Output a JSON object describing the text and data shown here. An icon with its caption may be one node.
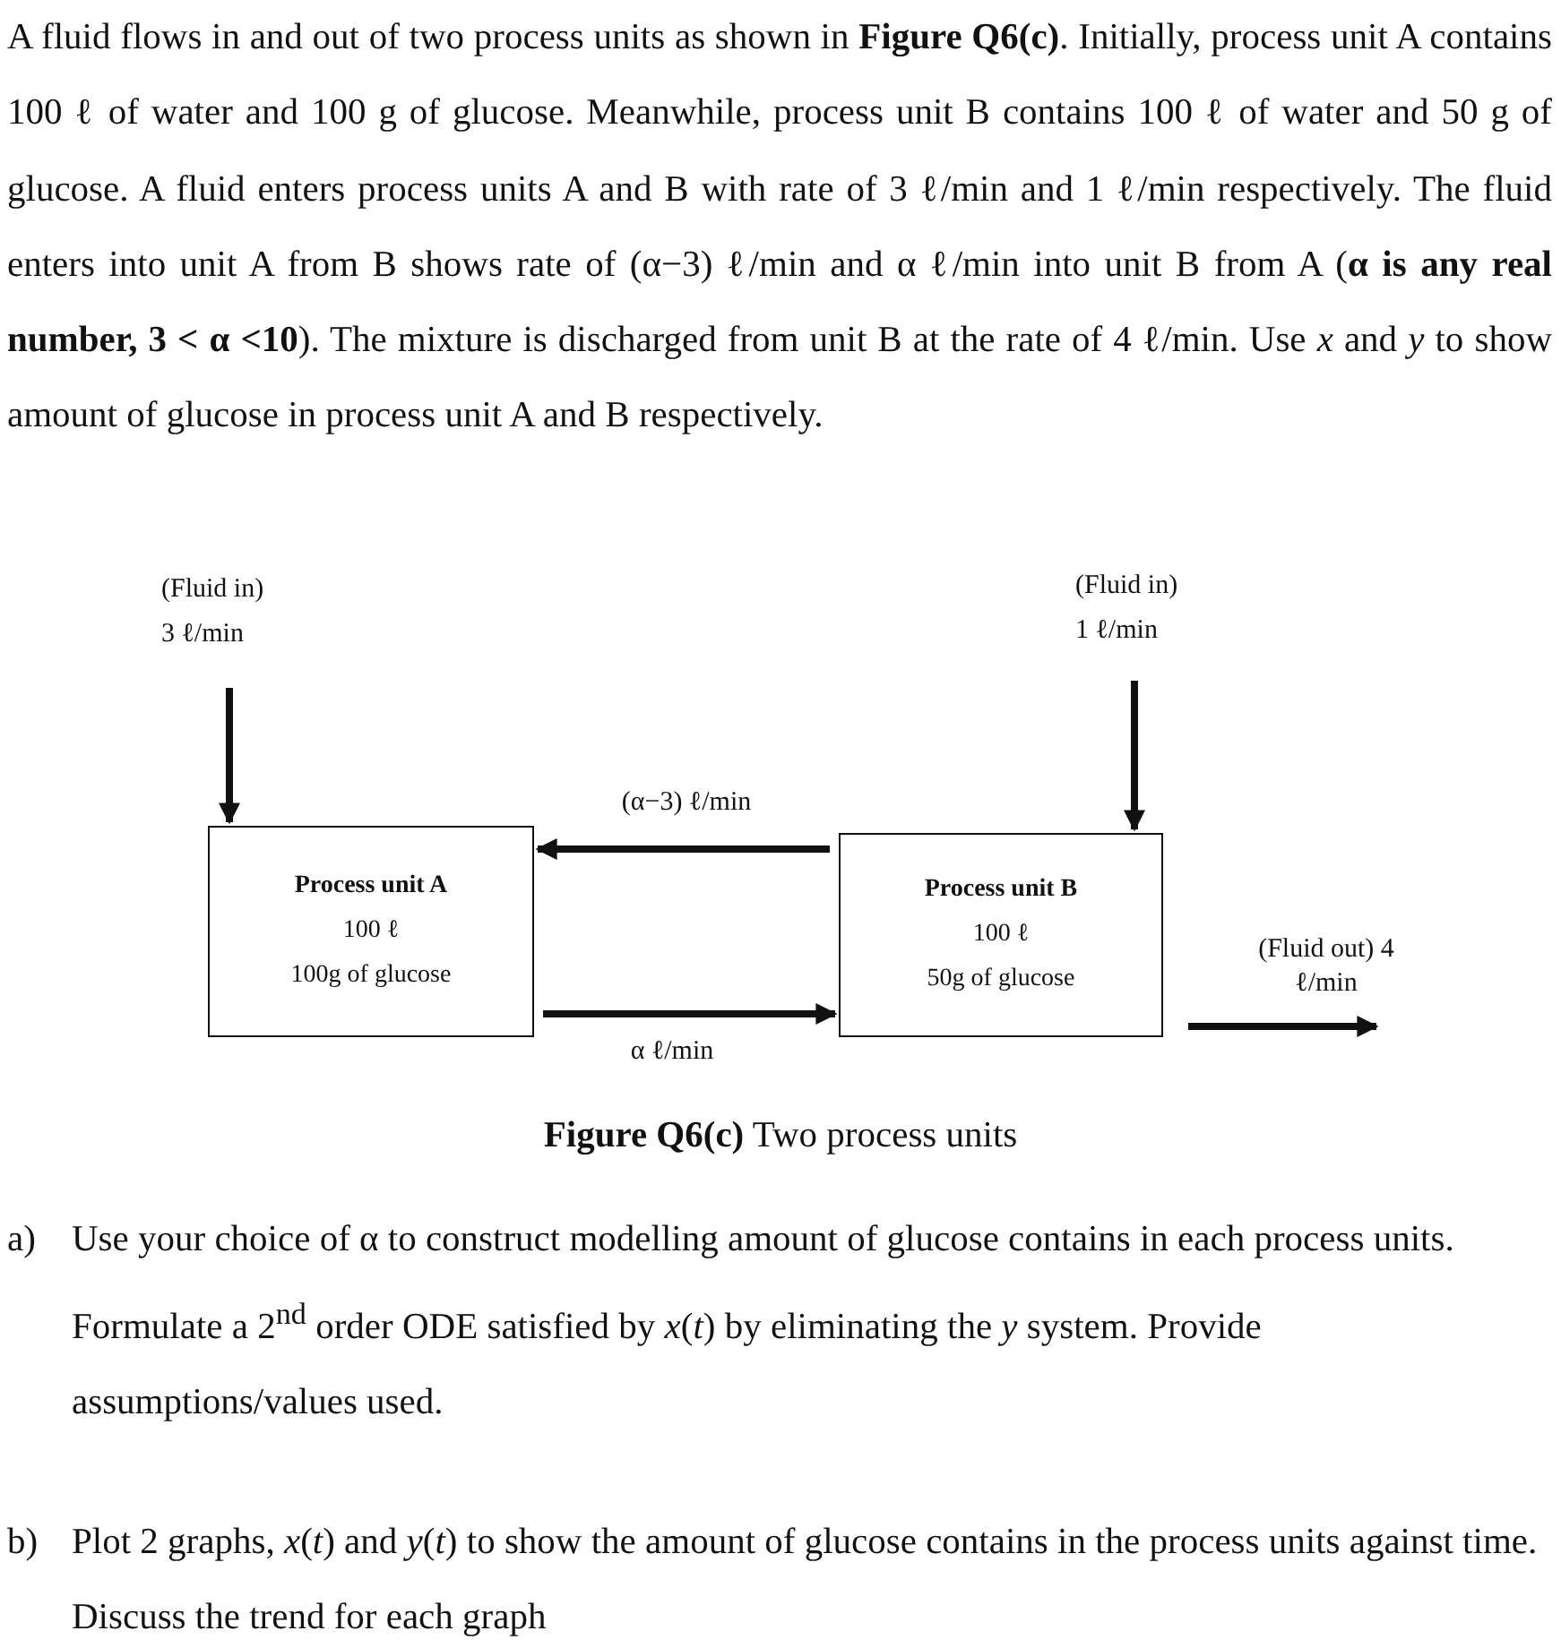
{
  "diagram": {
    "caption": "**Figure Q6(c)** Two process units",
    "nodes": [
      {
        "text": [
          "(Fluid in)",
          "3 ℓ/min"
        ]
      },
      {
        "text": [
          "Process unit A",
          "100 ℓ",
          "100g of glucose"
        ]
      },
      {
        "text": [
          "(Fluid in)",
          "1 ℓ/min"
        ]
      },
      {
        "text": [
          "Process unit B",
          "100 ℓ",
          "50g of glucose"
        ]
      }
    ],
    "edges": [
      {
        "from": 0,
        "to": 1,
        "arrow": "to"
      },
      {
        "from": 2,
        "to": 3,
        "arrow": "to"
      },
      {
        "from": 3,
        "to": 1,
        "arrow": "to",
        "label": "(α−3) ℓ/min"
      },
      {
        "from": 1,
        "to": 3,
        "arrow": "to",
        "label": "α ℓ/min"
      },
      {
        "from": 3,
        "to": null,
        "arrow": "to",
        "label": "(Fluid out) 4 ℓ/min"
      }
    ],
    "labels": [
      "A fluid flows in and out of two process units as shown in **Figure Q6(c)**. Initially, process unit A contains 100 ℓ of water and 100 g of glucose. Meanwhile, process unit B contains 100 ℓ of water and 50 g of glucose. A fluid enters process units A and B with rate of 3 ℓ/min and 1 ℓ/min respectively. The fluid enters into unit A from B shows rate of (α−3) ℓ/min and α ℓ/min into unit B from A (**α is any real number, 3 < α <10**). The mixture is discharged from unit B at the rate of 4 ℓ/min. Use *x* and *y* to show amount of glucose in process unit A and B respectively.",
      "a)",
      "Use your choice of α to construct modelling amount of glucose contains in each process units. Formulate a 2$^{nd}$ order ODE satisfied by *x*(*t*) by eliminating the *y* system. Provide assumptions/values used.",
      "b)",
      "Plot 2 graphs, *x*(*t*) and *y*(*t*) to show the amount of glucose contains in the process units against time. Discuss the trend for each graph"
    ]
  }
}
